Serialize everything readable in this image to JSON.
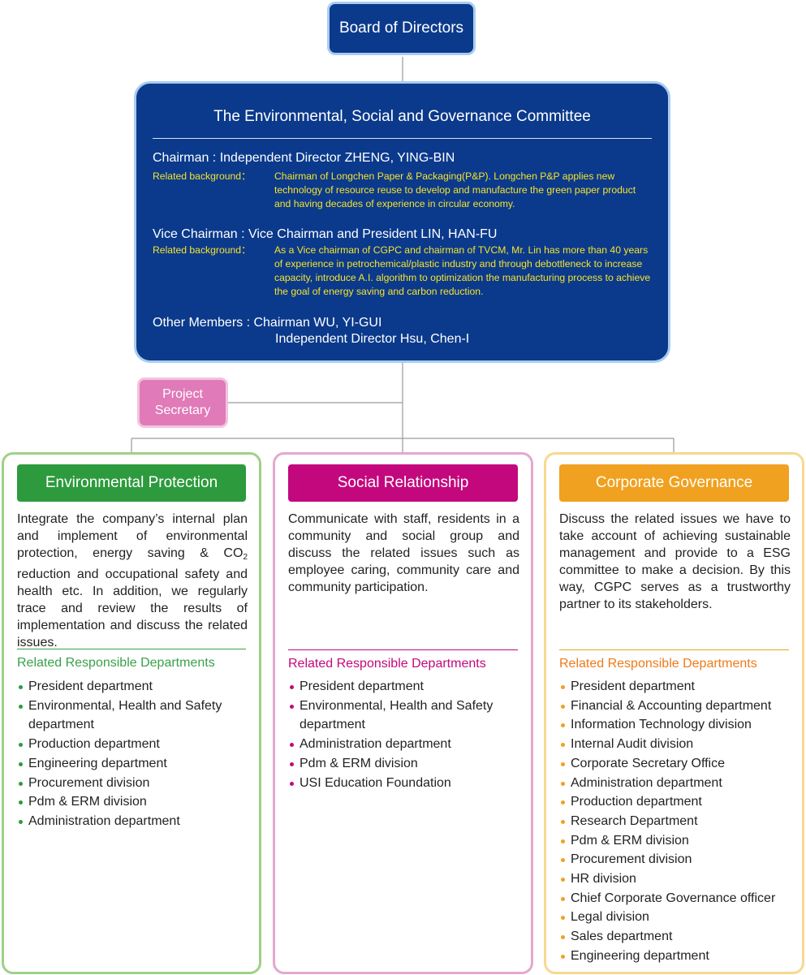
{
  "board": {
    "label": "Board of Directors"
  },
  "committee": {
    "title": "The Environmental, Social and Governance Committee",
    "chairman": "Chairman : Independent Director  ZHENG, YING-BIN",
    "chairman_bg_label": "Related background：",
    "chairman_bg_text": "Chairman of Longchen Paper & Packaging(P&P). Longchen P&P applies new technology of resource reuse to develop and manufacture the green paper product and having decades of experience in circular economy.",
    "vice_chairman": "Vice Chairman : Vice Chairman and President  LIN, HAN-FU",
    "vice_bg_label": "Related background：",
    "vice_bg_text": "As a Vice chairman of CGPC and chairman of TVCM, Mr. Lin has more than 40 years of experience in petrochemical/plastic industry and through debottleneck to increase capacity, introduce A.I. algorithm to optimization the manufacturing process to achieve the goal of energy saving and carbon reduction.",
    "other_members_1": "Other Members : Chairman  WU, YI-GUI",
    "other_members_2": "Independent Director  Hsu, Chen-I"
  },
  "secretary": {
    "line1": "Project",
    "line2": "Secretary"
  },
  "columns": {
    "environmental": {
      "title": "Environmental Protection",
      "desc_part1": "Integrate the company’s internal plan and implement of environmental protection, energy saving & CO",
      "desc_sub": "2",
      "desc_part2": " reduction and occupational safety and health etc. In addition, we regularly trace and review the results of implementation and discuss the related issues.",
      "dept_heading": "Related Responsible Departments",
      "departments": [
        "President department",
        "Environmental, Health and Safety department",
        "Production department",
        "Engineering department",
        "Procurement division",
        "Pdm & ERM division",
        "Administration department"
      ]
    },
    "social": {
      "title": "Social Relationship",
      "desc": "Communicate with staff, residents in a community and social group and discuss the related issues such as employee caring, community care and community participation.",
      "dept_heading": "Related Responsible Departments",
      "departments": [
        "President department",
        "Environmental, Health and Safety department",
        "Administration department",
        "Pdm & ERM division",
        "USI Education Foundation"
      ]
    },
    "governance": {
      "title": "Corporate Governance",
      "desc": "Discuss the related issues we have to take account of achieving sustainable management and provide to a ESG committee to make a decision. By this way, CGPC serves as a trustworthy partner to its stakeholders.",
      "dept_heading": "Related Responsible Departments",
      "departments": [
        "President department",
        "Financial & Accounting department",
        "Information Technology division",
        "Internal Audit division",
        "Corporate Secretary Office",
        "Administration department",
        "Production department",
        "Research Department",
        "Pdm & ERM division",
        "Procurement division",
        "HR division",
        "Chief Corporate Governance officer",
        "Legal division",
        "Sales department",
        "Engineering department"
      ]
    }
  }
}
